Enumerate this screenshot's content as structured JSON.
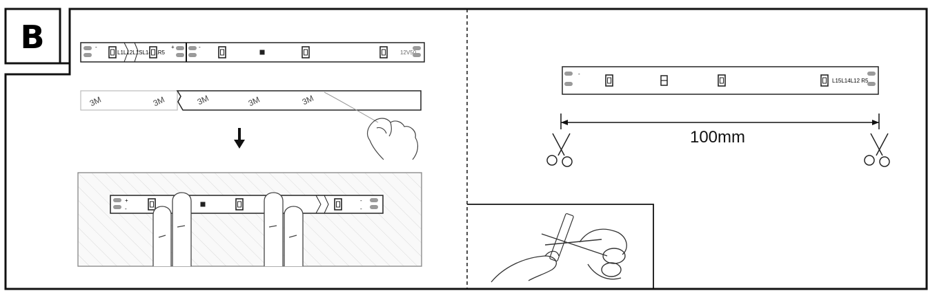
{
  "panel": {
    "label": "B"
  },
  "strip_top": {
    "code_left": "L1L12L1SL14L1R5",
    "code_right": "12V50"
  },
  "tape_labels": [
    "3M",
    "3M",
    "3M",
    "3M",
    "3M"
  ],
  "strip_right": {
    "code": "L15L14L12 R5"
  },
  "measurement": {
    "value": "100mm"
  },
  "polarity": {
    "plus": "+",
    "minus": "-"
  }
}
